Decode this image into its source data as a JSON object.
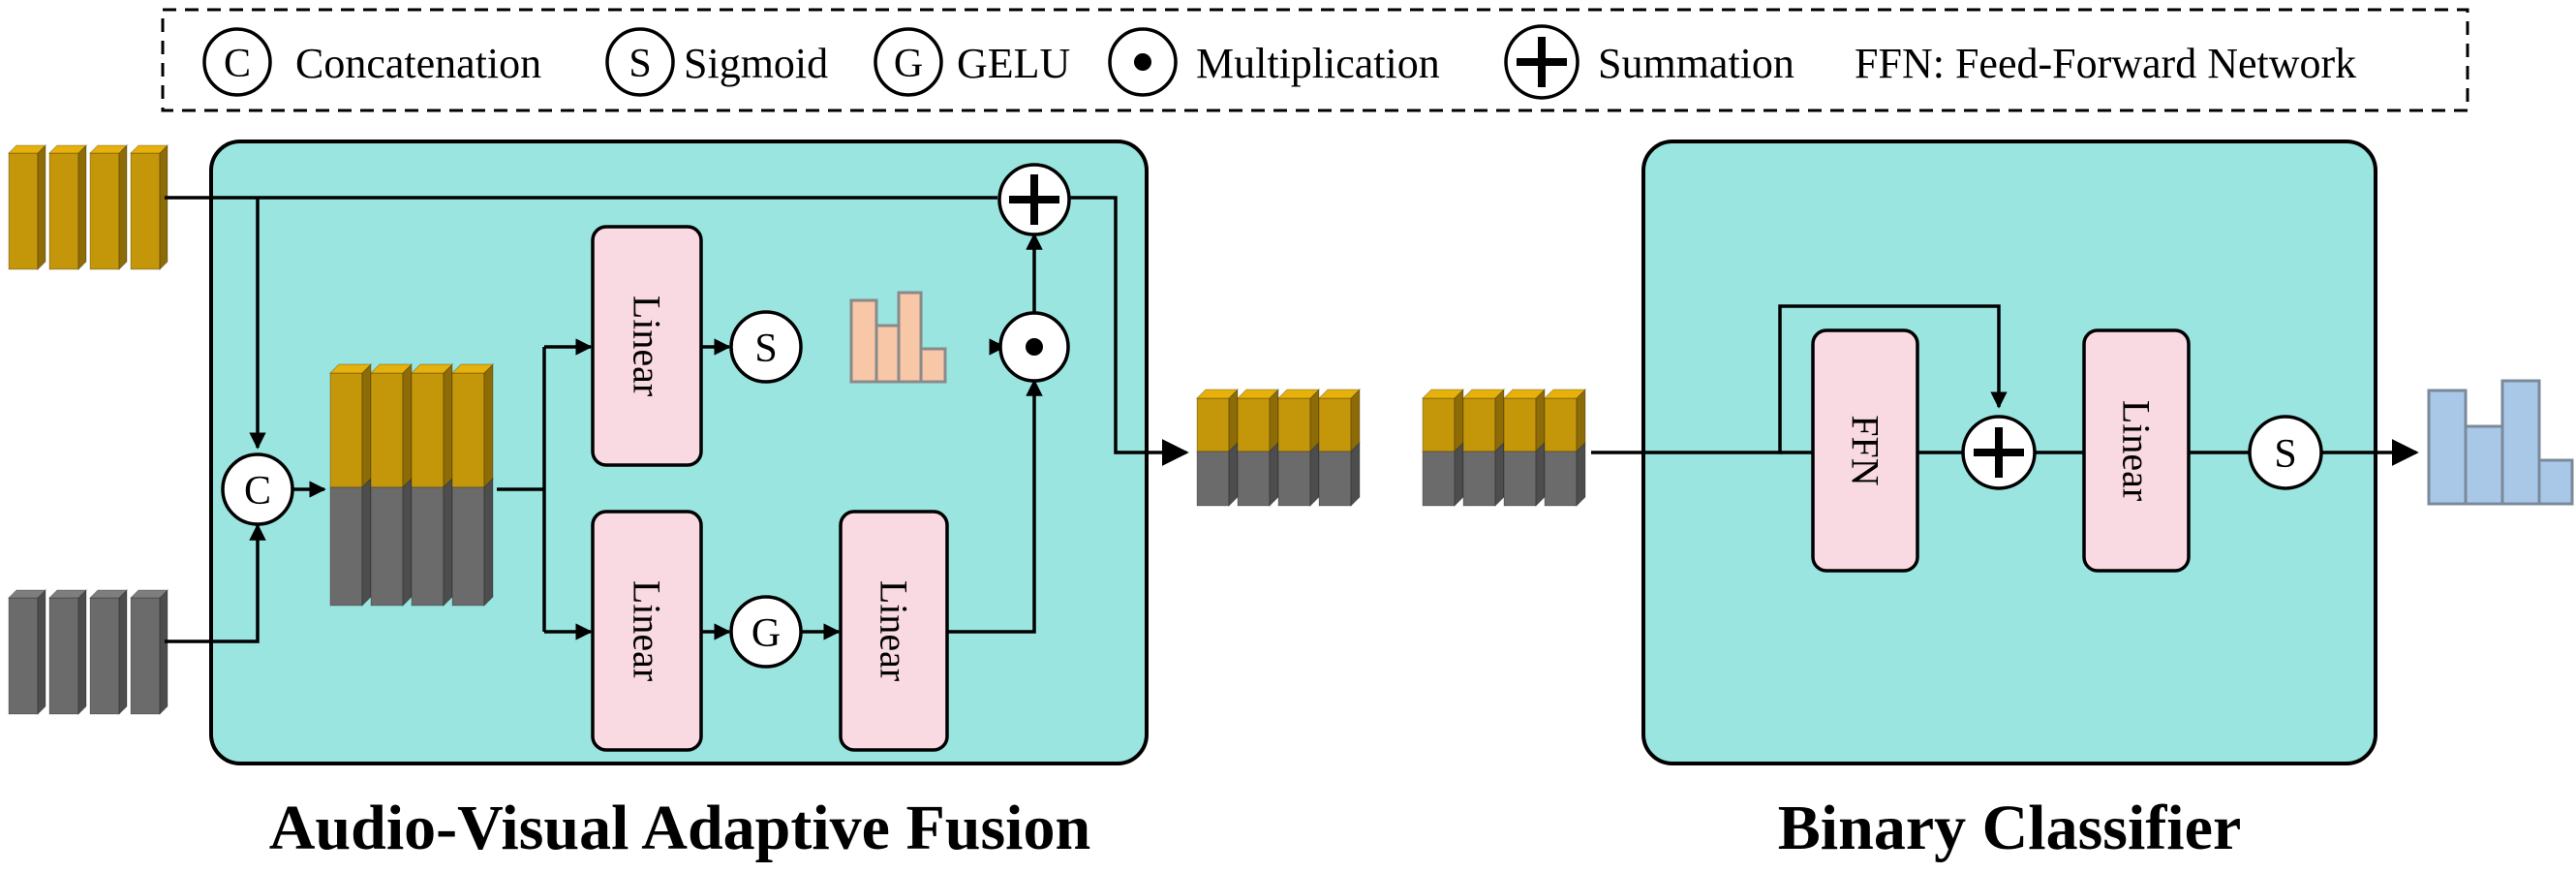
{
  "legend": {
    "concat_symbol": "C",
    "concat_label": "Concatenation",
    "sigmoid_symbol": "S",
    "sigmoid_label": "Sigmoid",
    "gelu_symbol": "G",
    "gelu_label": "GELU",
    "mult_label": "Multiplication",
    "sum_label": "Summation",
    "ffn_label": "FFN: Feed-Forward Network"
  },
  "fusion": {
    "title": "Audio-Visual Adaptive Fusion",
    "concat_symbol": "C",
    "linear_top": "Linear",
    "linear_bottom": "Linear",
    "linear_gelu_out": "Linear",
    "sigmoid_symbol": "S",
    "gelu_symbol": "G"
  },
  "classifier": {
    "title": "Binary Classifier",
    "ffn": "FFN",
    "linear": "Linear",
    "sigmoid_symbol": "S"
  },
  "colors": {
    "panel": "#9ae5e0",
    "block": "#f9d9e2",
    "audio_feature": "#c4960a",
    "visual_feature": "#6b6b6b",
    "attention_bars": "#f7c7a8",
    "output_bars": "#a9c8e8"
  }
}
